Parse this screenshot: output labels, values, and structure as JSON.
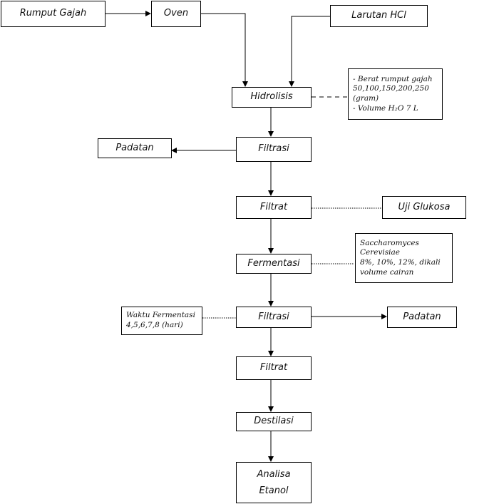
{
  "nodes": {
    "rumput_gajah": "Rumput Gajah",
    "oven": "Oven",
    "larutan_hcl": "Larutan HCl",
    "hidrolisis": "Hidrolisis",
    "padatan_1": "Padatan",
    "filtrasi_1": "Filtrasi",
    "filtrat_1": "Filtrat",
    "uji_glukosa": "Uji Glukosa",
    "fermentasi": "Fermentasi",
    "filtrasi_2": "Filtrasi",
    "padatan_2": "Padatan",
    "filtrat_2": "Filtrat",
    "destilasi": "Destilasi",
    "analisa_line1": "Analisa",
    "analisa_line2": "Etanol"
  },
  "notes": {
    "hidrolisis": [
      "- Berat rumput gajah",
      "50,100,150,200,250",
      "(gram)",
      "- Volume H₂O 7 L"
    ],
    "fermentasi": [
      "Saccharomyces",
      "Cerevisiae",
      "8%, 10%, 12%, dikali",
      "volume cairan"
    ],
    "waktu": [
      "Waktu Fermentasi",
      "4,5,6,7,8 (hari)"
    ]
  }
}
